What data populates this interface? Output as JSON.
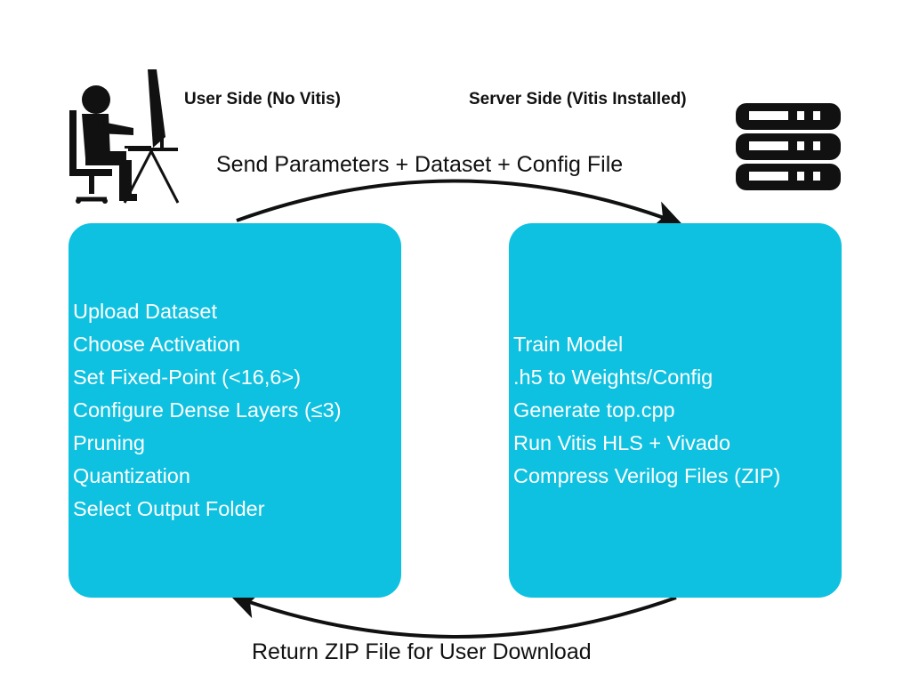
{
  "colors": {
    "box_fill": "#0fc1e0",
    "box_text": "#ffffff",
    "ink": "#111111",
    "background": "#ffffff"
  },
  "user_side": {
    "title": "User Side (No Vitis)",
    "icon": "person-at-computer-icon",
    "steps": [
      "Upload Dataset",
      "Choose Activation",
      "Set Fixed-Point (<16,6>)",
      "Configure Dense Layers (≤3)",
      "Pruning",
      "Quantization",
      "Select Output Folder"
    ]
  },
  "server_side": {
    "title": "Server Side (Vitis Installed)",
    "icon": "server-rack-icon",
    "steps": [
      "Train Model",
      ".h5  to  Weights/Config",
      "Generate top.cpp",
      "Run Vitis HLS + Vivado",
      "Compress Verilog Files (ZIP)"
    ]
  },
  "flows": {
    "to_server": "Send Parameters + Dataset + Config File",
    "to_user": "Return ZIP File for User Download"
  }
}
